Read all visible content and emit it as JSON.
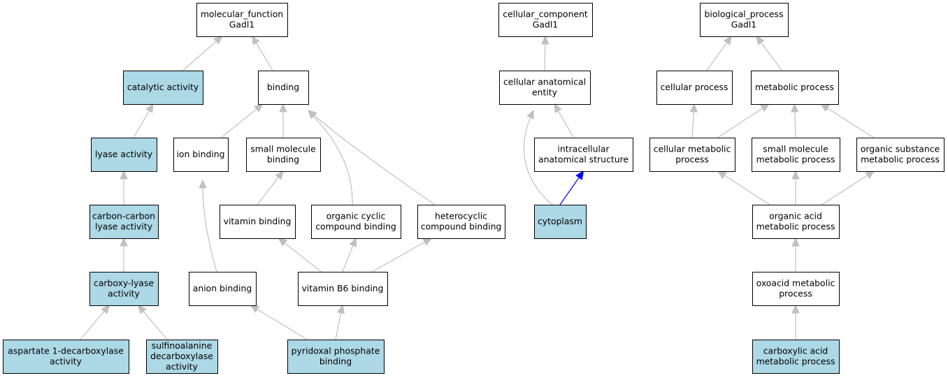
{
  "nodes": {
    "mf_root": {
      "lines": [
        "molecular_function",
        "Gadl1"
      ],
      "highlighted": false
    },
    "catalytic": {
      "lines": [
        "catalytic activity"
      ],
      "highlighted": true
    },
    "binding": {
      "lines": [
        "binding"
      ],
      "highlighted": false
    },
    "lyase": {
      "lines": [
        "lyase activity"
      ],
      "highlighted": true
    },
    "ion_binding": {
      "lines": [
        "ion binding"
      ],
      "highlighted": false
    },
    "small_mol_binding": {
      "lines": [
        "small molecule",
        "binding"
      ],
      "highlighted": false
    },
    "cc_lyase": {
      "lines": [
        "carbon-carbon",
        "lyase activity"
      ],
      "highlighted": true
    },
    "vitamin_binding": {
      "lines": [
        "vitamin binding"
      ],
      "highlighted": false
    },
    "org_cyclic": {
      "lines": [
        "organic cyclic",
        "compound binding"
      ],
      "highlighted": false
    },
    "heterocyclic": {
      "lines": [
        "heterocyclic",
        "compound binding"
      ],
      "highlighted": false
    },
    "carboxy_lyase": {
      "lines": [
        "carboxy-lyase",
        "activity"
      ],
      "highlighted": true
    },
    "anion_binding": {
      "lines": [
        "anion binding"
      ],
      "highlighted": false
    },
    "vit_b6": {
      "lines": [
        "vitamin B6 binding"
      ],
      "highlighted": false
    },
    "asp_decarb": {
      "lines": [
        "aspartate 1-decarboxylase",
        "activity"
      ],
      "highlighted": true
    },
    "sulfino": {
      "lines": [
        "sulfinoalanine",
        "decarboxylase",
        "activity"
      ],
      "highlighted": true
    },
    "pyridoxal": {
      "lines": [
        "pyridoxal phosphate",
        "binding"
      ],
      "highlighted": true
    },
    "cc_root": {
      "lines": [
        "cellular_component",
        "Gadl1"
      ],
      "highlighted": false
    },
    "cell_anat": {
      "lines": [
        "cellular anatomical",
        "entity"
      ],
      "highlighted": false
    },
    "intracell": {
      "lines": [
        "intracellular",
        "anatomical structure"
      ],
      "highlighted": false
    },
    "cytoplasm": {
      "lines": [
        "cytoplasm"
      ],
      "highlighted": true
    },
    "bp_root": {
      "lines": [
        "biological_process",
        "Gadl1"
      ],
      "highlighted": false
    },
    "cell_proc": {
      "lines": [
        "cellular process"
      ],
      "highlighted": false
    },
    "metab_proc": {
      "lines": [
        "metabolic process"
      ],
      "highlighted": false
    },
    "cell_metab": {
      "lines": [
        "cellular metabolic",
        "process"
      ],
      "highlighted": false
    },
    "small_mol_metab": {
      "lines": [
        "small molecule",
        "metabolic process"
      ],
      "highlighted": false
    },
    "org_subst": {
      "lines": [
        "organic substance",
        "metabolic process"
      ],
      "highlighted": false
    },
    "org_acid": {
      "lines": [
        "organic acid",
        "metabolic process"
      ],
      "highlighted": false
    },
    "oxoacid": {
      "lines": [
        "oxoacid metabolic",
        "process"
      ],
      "highlighted": false
    },
    "carboxylic": {
      "lines": [
        "carboxylic acid",
        "metabolic process"
      ],
      "highlighted": true
    }
  },
  "edges": [
    {
      "from": "catalytic",
      "to": "mf_root",
      "highlighted": false
    },
    {
      "from": "binding",
      "to": "mf_root",
      "highlighted": false
    },
    {
      "from": "lyase",
      "to": "catalytic",
      "highlighted": false
    },
    {
      "from": "ion_binding",
      "to": "binding",
      "highlighted": false
    },
    {
      "from": "small_mol_binding",
      "to": "binding",
      "highlighted": false
    },
    {
      "from": "org_cyclic",
      "to": "binding",
      "highlighted": false
    },
    {
      "from": "heterocyclic",
      "to": "binding",
      "highlighted": false
    },
    {
      "from": "cc_lyase",
      "to": "lyase",
      "highlighted": false
    },
    {
      "from": "vitamin_binding",
      "to": "small_mol_binding",
      "highlighted": false
    },
    {
      "from": "carboxy_lyase",
      "to": "cc_lyase",
      "highlighted": false
    },
    {
      "from": "anion_binding",
      "to": "ion_binding",
      "highlighted": false
    },
    {
      "from": "vit_b6",
      "to": "vitamin_binding",
      "highlighted": false
    },
    {
      "from": "vit_b6",
      "to": "org_cyclic",
      "highlighted": false
    },
    {
      "from": "vit_b6",
      "to": "heterocyclic",
      "highlighted": false
    },
    {
      "from": "asp_decarb",
      "to": "carboxy_lyase",
      "highlighted": false
    },
    {
      "from": "sulfino",
      "to": "carboxy_lyase",
      "highlighted": false
    },
    {
      "from": "pyridoxal",
      "to": "anion_binding",
      "highlighted": false
    },
    {
      "from": "pyridoxal",
      "to": "vit_b6",
      "highlighted": false
    },
    {
      "from": "cell_anat",
      "to": "cc_root",
      "highlighted": false
    },
    {
      "from": "intracell",
      "to": "cell_anat",
      "highlighted": false
    },
    {
      "from": "cytoplasm",
      "to": "cell_anat",
      "highlighted": false
    },
    {
      "from": "cytoplasm",
      "to": "intracell",
      "highlighted": true
    },
    {
      "from": "cell_proc",
      "to": "bp_root",
      "highlighted": false
    },
    {
      "from": "metab_proc",
      "to": "bp_root",
      "highlighted": false
    },
    {
      "from": "cell_metab",
      "to": "cell_proc",
      "highlighted": false
    },
    {
      "from": "cell_metab",
      "to": "metab_proc",
      "highlighted": false
    },
    {
      "from": "small_mol_metab",
      "to": "metab_proc",
      "highlighted": false
    },
    {
      "from": "org_subst",
      "to": "metab_proc",
      "highlighted": false
    },
    {
      "from": "org_acid",
      "to": "cell_metab",
      "highlighted": false
    },
    {
      "from": "org_acid",
      "to": "small_mol_metab",
      "highlighted": false
    },
    {
      "from": "org_acid",
      "to": "org_subst",
      "highlighted": false
    },
    {
      "from": "oxoacid",
      "to": "org_acid",
      "highlighted": false
    },
    {
      "from": "carboxylic",
      "to": "oxoacid",
      "highlighted": false
    }
  ],
  "colors": {
    "highlight_fill": "#add8e6",
    "node_fill": "#ffffff",
    "node_border": "#000000",
    "edge": "#c0c0c0",
    "edge_highlight": "#0000ff"
  }
}
